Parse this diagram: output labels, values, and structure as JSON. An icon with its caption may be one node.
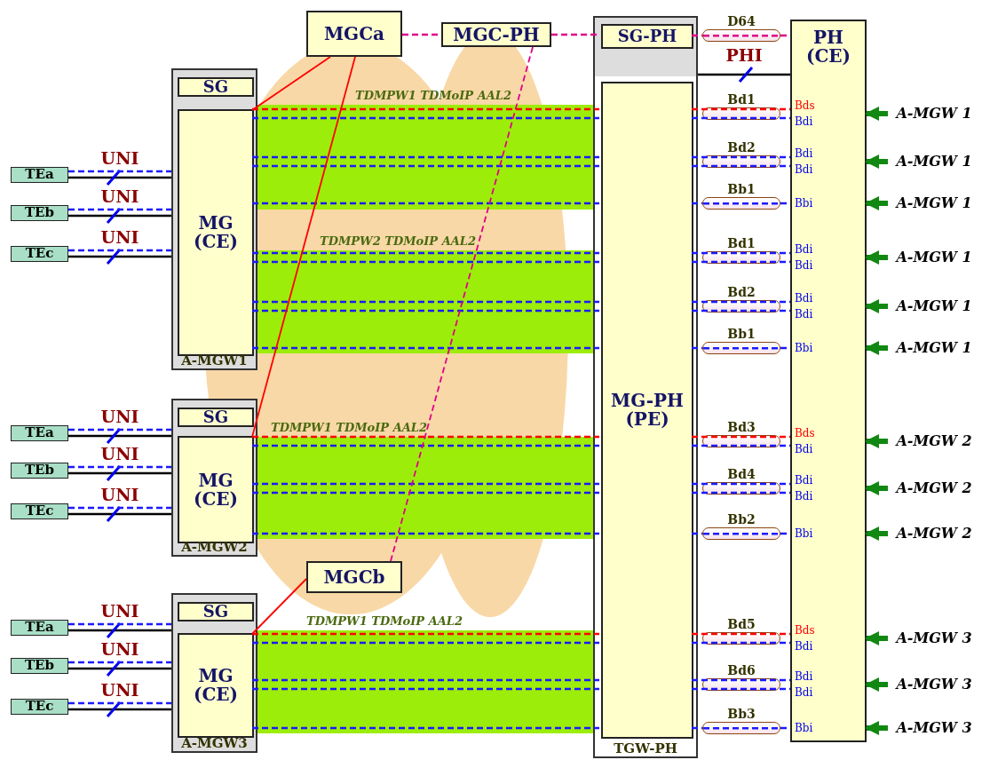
{
  "diagram": {
    "nodes": [
      {
        "text": [
          "MGCa"
        ]
      },
      {
        "text": [
          "MGC-PH"
        ]
      },
      {
        "text": [
          "TGW-PH"
        ]
      },
      {
        "text": [
          "SG-PH"
        ],
        "in": 2
      },
      {
        "text": [
          "MG-PH (PE)"
        ],
        "in": 2
      },
      {
        "text": [
          "PH (CE)"
        ]
      },
      {
        "text": [
          "D64"
        ]
      },
      {
        "text": [
          "A-MGW1"
        ]
      },
      {
        "text": [
          "SG"
        ],
        "in": 7
      },
      {
        "text": [
          "MG (CE)"
        ],
        "in": 7
      },
      {
        "text": [
          "TEa"
        ]
      },
      {
        "text": [
          "TEb"
        ]
      },
      {
        "text": [
          "TEc"
        ]
      },
      {
        "text": [
          "Bd1"
        ]
      },
      {
        "text": [
          "Bd2"
        ]
      },
      {
        "text": [
          "Bb1"
        ]
      },
      {
        "text": [
          "Bd1"
        ]
      },
      {
        "text": [
          "Bd2"
        ]
      },
      {
        "text": [
          "Bb1"
        ]
      },
      {
        "text": [
          "A-MGW 1"
        ]
      },
      {
        "text": [
          "A-MGW 1"
        ]
      },
      {
        "text": [
          "A-MGW 1"
        ]
      },
      {
        "text": [
          "A-MGW 1"
        ]
      },
      {
        "text": [
          "A-MGW 1"
        ]
      },
      {
        "text": [
          "A-MGW 1"
        ]
      },
      {
        "text": [
          "A-MGW2"
        ]
      },
      {
        "text": [
          "SG"
        ],
        "in": 25
      },
      {
        "text": [
          "MG (CE)"
        ],
        "in": 25
      },
      {
        "text": [
          "TEa"
        ]
      },
      {
        "text": [
          "TEb"
        ]
      },
      {
        "text": [
          "TEc"
        ]
      },
      {
        "text": [
          "Bd3"
        ]
      },
      {
        "text": [
          "Bd4"
        ]
      },
      {
        "text": [
          "Bb2"
        ]
      },
      {
        "text": [
          "A-MGW 2"
        ]
      },
      {
        "text": [
          "A-MGW 2"
        ]
      },
      {
        "text": [
          "A-MGW 2"
        ]
      },
      {
        "text": [
          "MGCb"
        ]
      },
      {
        "text": [
          "A-MGW3"
        ]
      },
      {
        "text": [
          "SG"
        ],
        "in": 38
      },
      {
        "text": [
          "MG (CE)"
        ],
        "in": 38
      },
      {
        "text": [
          "TEa"
        ]
      },
      {
        "text": [
          "TEb"
        ]
      },
      {
        "text": [
          "TEc"
        ]
      },
      {
        "text": [
          "Bd5"
        ]
      },
      {
        "text": [
          "Bd6"
        ]
      },
      {
        "text": [
          "Bb3"
        ]
      },
      {
        "text": [
          "A-MGW 3"
        ]
      },
      {
        "text": [
          "A-MGW 3"
        ]
      },
      {
        "text": [
          "A-MGW 3"
        ]
      }
    ],
    "edges": [
      {
        "from": 10,
        "to": 7,
        "arrow": "none",
        "label": "UNI",
        "color": "#000000"
      },
      {
        "from": 10,
        "to": 7,
        "arrow": "none",
        "style": "dashed"
      },
      {
        "from": 11,
        "to": 7,
        "arrow": "none",
        "label": "UNI",
        "color": "#000000"
      },
      {
        "from": 11,
        "to": 7,
        "arrow": "none",
        "style": "dashed"
      },
      {
        "from": 12,
        "to": 7,
        "arrow": "none",
        "label": "UNI",
        "color": "#000000"
      },
      {
        "from": 12,
        "to": 7,
        "arrow": "none",
        "style": "dashed"
      },
      {
        "from": 9,
        "to": 4,
        "arrow": "none",
        "style": "dashed",
        "color": "#ff0000"
      },
      {
        "from": 9,
        "to": 4,
        "arrow": "none",
        "style": "dashed"
      },
      {
        "from": 9,
        "to": 4,
        "arrow": "none",
        "style": "dashed"
      },
      {
        "from": 9,
        "to": 4,
        "arrow": "none",
        "style": "dashed"
      },
      {
        "from": 9,
        "to": 4,
        "arrow": "none",
        "style": "dashed"
      },
      {
        "from": 9,
        "to": 4,
        "arrow": "none",
        "style": "dashed"
      },
      {
        "from": 9,
        "to": 4,
        "arrow": "none",
        "style": "dashed"
      },
      {
        "from": 9,
        "to": 4,
        "arrow": "none",
        "style": "dashed"
      },
      {
        "from": 9,
        "to": 4,
        "arrow": "none",
        "style": "dashed"
      },
      {
        "from": 9,
        "to": 4,
        "arrow": "none",
        "style": "dashed"
      },
      {
        "from": 4,
        "to": 5,
        "arrow": "none",
        "style": "dashed",
        "color": "#ff0000"
      },
      {
        "from": 4,
        "to": 5,
        "arrow": "none",
        "style": "dashed"
      },
      {
        "from": 4,
        "to": 5,
        "arrow": "none",
        "style": "dashed"
      },
      {
        "from": 4,
        "to": 5,
        "arrow": "none",
        "style": "dashed"
      },
      {
        "from": 4,
        "to": 15,
        "arrow": "none",
        "style": "dashed"
      },
      {
        "from": 4,
        "to": 5,
        "arrow": "none",
        "style": "dashed"
      },
      {
        "from": 4,
        "to": 5,
        "arrow": "none",
        "style": "dashed"
      },
      {
        "from": 4,
        "to": 5,
        "arrow": "none",
        "style": "dashed"
      },
      {
        "from": 4,
        "to": 5,
        "arrow": "none",
        "style": "dashed"
      },
      {
        "from": 4,
        "to": 18,
        "arrow": "none",
        "style": "dashed"
      },
      {
        "from": 19,
        "to": 5,
        "arrow": "to",
        "style": "thick",
        "color": "#118811"
      },
      {
        "from": 20,
        "to": 5,
        "arrow": "to",
        "style": "thick",
        "color": "#118811"
      },
      {
        "from": 21,
        "to": 5,
        "arrow": "to",
        "style": "thick",
        "color": "#118811"
      },
      {
        "from": 22,
        "to": 5,
        "arrow": "to",
        "style": "thick",
        "color": "#118811"
      },
      {
        "from": 23,
        "to": 5,
        "arrow": "to",
        "style": "thick",
        "color": "#118811"
      },
      {
        "from": 24,
        "to": 5,
        "arrow": "to",
        "style": "thick",
        "color": "#118811"
      },
      {
        "from": 28,
        "to": 25,
        "arrow": "none",
        "label": "UNI",
        "color": "#000000"
      },
      {
        "from": 28,
        "to": 25,
        "arrow": "none",
        "style": "dashed"
      },
      {
        "from": 29,
        "to": 25,
        "arrow": "none",
        "label": "UNI",
        "color": "#000000"
      },
      {
        "from": 29,
        "to": 25,
        "arrow": "none",
        "style": "dashed"
      },
      {
        "from": 30,
        "to": 25,
        "arrow": "none",
        "label": "UNI",
        "color": "#000000"
      },
      {
        "from": 30,
        "to": 25,
        "arrow": "none",
        "style": "dashed"
      },
      {
        "from": 27,
        "to": 4,
        "arrow": "none",
        "style": "dashed",
        "color": "#ff0000"
      },
      {
        "from": 27,
        "to": 4,
        "arrow": "none",
        "style": "dashed"
      },
      {
        "from": 27,
        "to": 4,
        "arrow": "none",
        "style": "dashed"
      },
      {
        "from": 27,
        "to": 4,
        "arrow": "none",
        "style": "dashed"
      },
      {
        "from": 27,
        "to": 4,
        "arrow": "none",
        "style": "dashed"
      },
      {
        "from": 4,
        "to": 5,
        "arrow": "none",
        "style": "dashed",
        "color": "#ff0000"
      },
      {
        "from": 4,
        "to": 5,
        "arrow": "none",
        "style": "dashed"
      },
      {
        "from": 4,
        "to": 5,
        "arrow": "none",
        "style": "dashed"
      },
      {
        "from": 4,
        "to": 5,
        "arrow": "none",
        "style": "dashed"
      },
      {
        "from": 4,
        "to": 33,
        "arrow": "none",
        "style": "dashed"
      },
      {
        "from": 34,
        "to": 5,
        "arrow": "to",
        "style": "thick",
        "color": "#118811"
      },
      {
        "from": 35,
        "to": 5,
        "arrow": "to",
        "style": "thick",
        "color": "#118811"
      },
      {
        "from": 36,
        "to": 5,
        "arrow": "to",
        "style": "thick",
        "color": "#118811"
      },
      {
        "from": 41,
        "to": 38,
        "arrow": "none",
        "label": "UNI",
        "color": "#000000"
      },
      {
        "from": 41,
        "to": 38,
        "arrow": "none",
        "style": "dashed"
      },
      {
        "from": 42,
        "to": 38,
        "arrow": "none",
        "label": "UNI",
        "color": "#000000"
      },
      {
        "from": 42,
        "to": 38,
        "arrow": "none",
        "style": "dashed"
      },
      {
        "from": 43,
        "to": 38,
        "arrow": "none",
        "label": "UNI",
        "color": "#000000"
      },
      {
        "from": 43,
        "to": 38,
        "arrow": "none",
        "style": "dashed"
      },
      {
        "from": 40,
        "to": 4,
        "arrow": "none",
        "style": "dashed",
        "color": "#ff0000"
      },
      {
        "from": 40,
        "to": 4,
        "arrow": "none",
        "style": "dashed"
      },
      {
        "from": 40,
        "to": 4,
        "arrow": "none",
        "style": "dashed"
      },
      {
        "from": 40,
        "to": 4,
        "arrow": "none",
        "style": "dashed"
      },
      {
        "from": 40,
        "to": 4,
        "arrow": "none",
        "style": "dashed"
      },
      {
        "from": 4,
        "to": 5,
        "arrow": "none",
        "style": "dashed",
        "color": "#ff0000"
      },
      {
        "from": 4,
        "to": 5,
        "arrow": "none",
        "style": "dashed"
      },
      {
        "from": 4,
        "to": 5,
        "arrow": "none",
        "style": "dashed"
      },
      {
        "from": 4,
        "to": 5,
        "arrow": "none",
        "style": "dashed"
      },
      {
        "from": 4,
        "to": 46,
        "arrow": "none",
        "style": "dashed"
      },
      {
        "from": 47,
        "to": 5,
        "arrow": "to",
        "style": "thick",
        "color": "#118811"
      },
      {
        "from": 48,
        "to": 5,
        "arrow": "to",
        "style": "thick",
        "color": "#118811"
      },
      {
        "from": 49,
        "to": 5,
        "arrow": "to",
        "style": "thick",
        "color": "#118811"
      },
      {
        "from": 0,
        "to": 9,
        "arrow": "none",
        "color": "#ff0000"
      },
      {
        "from": 0,
        "to": 27,
        "arrow": "none",
        "color": "#ff0000"
      },
      {
        "from": 37,
        "to": 40,
        "arrow": "none",
        "color": "#ff0000"
      },
      {
        "from": 0,
        "to": 1,
        "arrow": "none",
        "style": "dashed",
        "color": "#e0008a"
      },
      {
        "from": 1,
        "to": 3,
        "arrow": "none",
        "style": "dashed",
        "color": "#e0008a"
      },
      {
        "from": 3,
        "to": 6,
        "arrow": "none",
        "style": "dashed",
        "color": "#e0008a"
      },
      {
        "from": 6,
        "to": 5,
        "arrow": "none",
        "style": "dashed",
        "color": "#e0008a"
      },
      {
        "from": 1,
        "to": 37,
        "arrow": "none",
        "style": "dashed",
        "color": "#e0008a"
      },
      {
        "from": 2,
        "to": 5,
        "arrow": "none",
        "label": "PHI",
        "color": "#000000"
      },
      {
        "from": 15,
        "to": 5,
        "arrow": "none",
        "style": "dashed"
      },
      {
        "from": 18,
        "to": 5,
        "arrow": "none",
        "style": "dashed"
      },
      {
        "from": 33,
        "to": 5,
        "arrow": "none",
        "style": "dashed"
      },
      {
        "from": 46,
        "to": 5,
        "arrow": "none",
        "style": "dashed"
      }
    ],
    "labels": [
      "TDMPW1 TDMoIP AAL2",
      "Bds",
      "Bdi",
      "Bdi",
      "Bdi",
      "Bbi",
      "TDMPW2 TDMoIP AAL2",
      "Bdi",
      "Bdi",
      "Bdi",
      "Bdi",
      "Bbi",
      "TDMPW1 TDMoIP AAL2",
      "Bds",
      "Bdi",
      "Bdi",
      "Bdi",
      "Bbi",
      "TDMPW1 TDMoIP AAL2",
      "Bds",
      "Bdi",
      "Bdi",
      "Bdi",
      "Bbi"
    ]
  }
}
